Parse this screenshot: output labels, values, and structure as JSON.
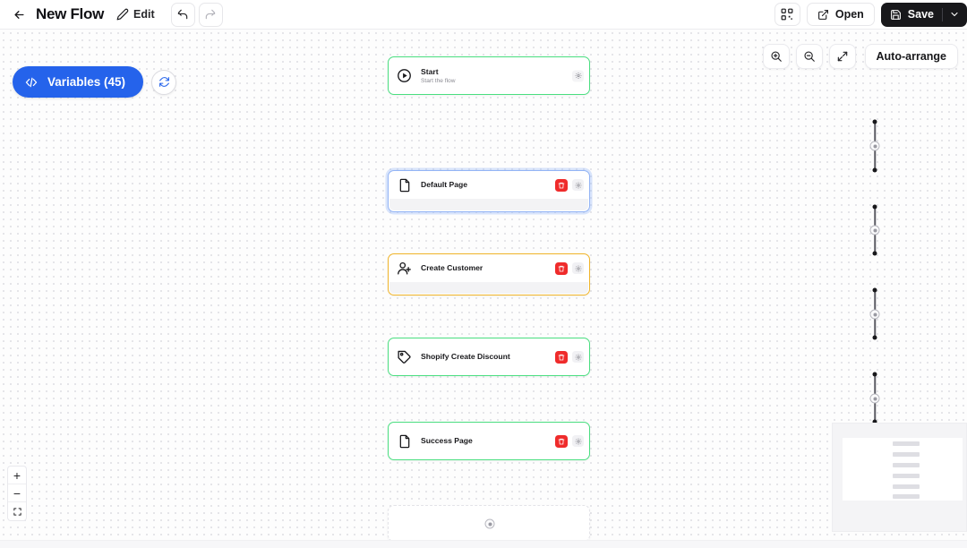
{
  "topbar": {
    "back_icon": "arrow-left-icon",
    "title": "New Flow",
    "edit_icon": "pencil-icon",
    "edit_label": "Edit",
    "undo_icon": "undo-arrow-icon",
    "redo_icon": "redo-arrow-icon",
    "qr_icon": "qr-code-icon",
    "open_icon": "external-link-icon",
    "open_label": "Open",
    "save_icon": "floppy-disk-icon",
    "save_label": "Save",
    "save_chevron_icon": "chevron-down-icon"
  },
  "left_controls": {
    "variables_icon": "code-brackets-icon",
    "variables_label": "Variables (45)",
    "refresh_icon": "refresh-sync-icon"
  },
  "canvas_tools": {
    "zoom_in_icon": "magnifier-plus-icon",
    "zoom_out_icon": "magnifier-minus-icon",
    "fullscreen_icon": "expand-diagonal-icon",
    "auto_arrange_label": "Auto-arrange"
  },
  "zoom_stack": {
    "plus_label": "+",
    "minus_label": "−",
    "fit_icon": "fit-to-screen-icon"
  },
  "minimap": {
    "name": "canvas-minimap",
    "bar_count": 6
  },
  "colors": {
    "accent_blue": "#2563eb",
    "node_green": "#4ade80",
    "node_blue": "#93b4f5",
    "node_amber": "#f0b429",
    "delete_red": "#ef2b2b",
    "save_dark": "#18181b"
  },
  "flow": {
    "nodes": [
      {
        "id": "start",
        "title": "Start",
        "subtitle": "Start the flow",
        "icon": "play-circle-icon",
        "border": "green",
        "deletable": false,
        "has_gear": true,
        "has_strip": false
      },
      {
        "id": "default-page",
        "title": "Default Page",
        "subtitle": "",
        "icon": "file-document-icon",
        "border": "blue",
        "deletable": true,
        "has_gear": true,
        "has_strip": true
      },
      {
        "id": "create-customer",
        "title": "Create Customer",
        "subtitle": "",
        "icon": "user-plus-icon",
        "border": "amber",
        "deletable": true,
        "has_gear": true,
        "has_strip": true
      },
      {
        "id": "shopify-create-discount",
        "title": "Shopify Create Discount",
        "subtitle": "",
        "icon": "price-tag-icon",
        "border": "green",
        "deletable": true,
        "has_gear": true,
        "has_strip": false
      },
      {
        "id": "success-page",
        "title": "Success Page",
        "subtitle": "",
        "icon": "file-document-icon",
        "border": "green",
        "deletable": true,
        "has_gear": true,
        "has_strip": false
      },
      {
        "id": "add-placeholder",
        "title": "",
        "subtitle": "",
        "icon": "",
        "border": "empty",
        "deletable": false,
        "has_gear": false,
        "has_strip": false
      }
    ],
    "connector_add_icon": "add-step-on-edge-icon"
  }
}
